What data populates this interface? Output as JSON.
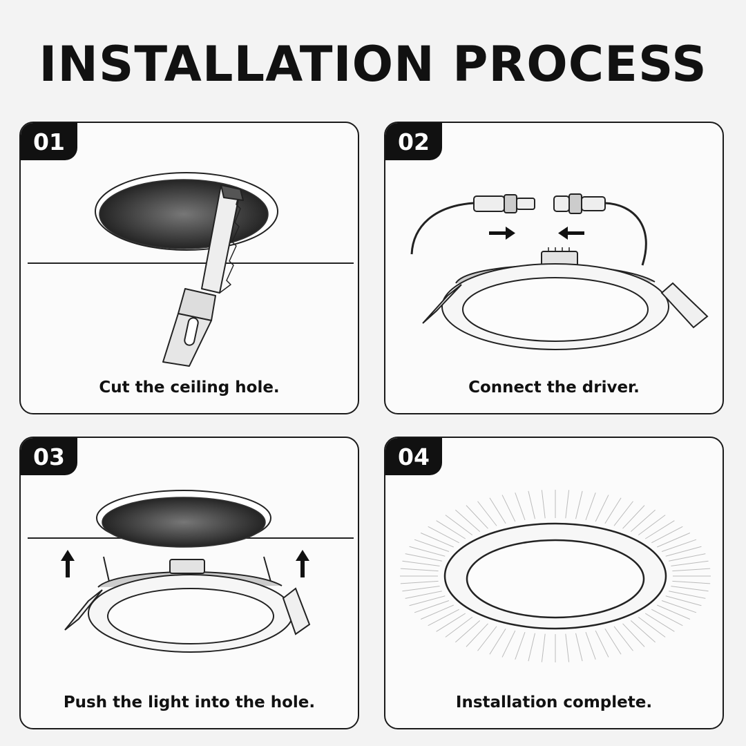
{
  "title": "INSTALLATION PROCESS",
  "steps": [
    {
      "number": "01",
      "caption": "Cut the ceiling hole."
    },
    {
      "number": "02",
      "caption": "Connect the driver."
    },
    {
      "number": "03",
      "caption": "Push the light into the hole."
    },
    {
      "number": "04",
      "caption": "Installation complete."
    }
  ],
  "colors": {
    "ink": "#111111",
    "panel": "#fbfbfb",
    "background": "#f3f3f3"
  }
}
